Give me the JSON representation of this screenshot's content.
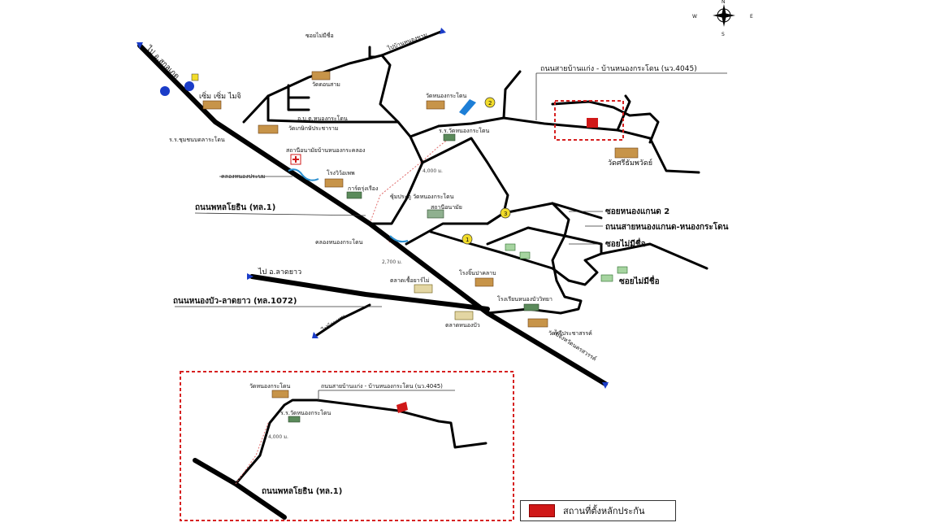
{
  "colors": {
    "road": "#000000",
    "site_marker": "#d01818",
    "site_frame": "#d62020",
    "arrow": "#1a3cc8",
    "route_line": "#e06b6b",
    "water": "#2a8fd0"
  },
  "compass": {
    "north": "N",
    "south": "S",
    "east": "E",
    "west": "W"
  },
  "roads": {
    "phahonyothin": "ถนนพหลโยธิน (ทล.1)",
    "nong_bua_lat_yao": "ถนนหนองบัว-ลาดยาว (ทล.1072)",
    "ban_kaeng_nong_krathon": "ถนนสายบ้านแก่ง - บ้านหนองกระโดน (นว.4045)",
    "nong_kaen_nong_krathon": "ถนนสายหนองแกนด-หนองกระโดน",
    "soi_nong_kaen_2": "ซอยหนองแกนด 2",
    "soi_unnamed_1": "ซอยไม่มีชื่อ",
    "soi_unnamed_2": "ซอยไม่มีชื่อ",
    "soi_unnamed_top": "ซอยไม่มีชื่อ"
  },
  "directions": {
    "to_sak_lek": "ไป อ.สกลเภด",
    "to_lat_yao": "ไป อ.ลาดยาว",
    "to_nakhon_sawan": "ไปจังหวัดนครสวรรค์",
    "to_ban_nong_kham": "ไปบ้านหนองขาม",
    "to_ban_thep": "ไปบ้านเทพ"
  },
  "places": {
    "wat_don_sam": "วัดดอนสาม",
    "wat_nong_krathon": "วัดหนองกระโดน",
    "sermsuk": "เซิ่ม เซิ่ม ไมจิ",
    "obt": "อ.บ.ต.หนองกระโดน",
    "wat_kasikon": "วัดเกษิกษัประชาราม",
    "school_community": "ร.ร.ชุมชนบดลาระโดน",
    "health_station": "สถานีอนามัยบ้านหนองกระคลอง",
    "canal_top": "คลองหนองประบม",
    "temple_pond": "โรงวิว้อเพพ",
    "market_local": "การ์ดรุ่งเรือง",
    "community_gate": "ซุ้มประตู วัดหนองกระโดน",
    "school_nong_krathon": "ร.ร.วัดหนองกระโดน",
    "canal_bottom": "คลองหนองกระโดน",
    "wat_sri_mongkol": "วัดศรีธัมพวัดย์",
    "health_center2": "สถานีอนามัย",
    "market_chuea": "ตลาดเชื้อยาร์ไม่",
    "gas_station": "โรงจิ๊นปาคลาบ",
    "school_nong_ben": "โรงเรียนหนองบัววิทยา",
    "market_nong_bua": "ตลาดหนองบัว",
    "wat_sri_prachasan": "วัดศรีประชาสรรค์"
  },
  "distances": {
    "d1": "4,000 ม.",
    "d2": "2,700 ม.",
    "d_inset": "4,000 ม."
  },
  "markers": {
    "m1": "1",
    "m2": "2",
    "m3": "3"
  },
  "inset": {
    "wat_nong_krathon": "วัดหนองกระโดน",
    "school": "ร.ร.วัดหนองกระโดน",
    "road_ban_kaeng": "ถนนสายบ้านแก่ง - บ้านหนองกระโดน (นว.4045)",
    "phahonyothin": "ถนนพหลโยธิน (ทล.1)",
    "distance": "4,000 ม."
  },
  "legend": {
    "label": "สถานที่ตั้งหลักประกัน"
  }
}
